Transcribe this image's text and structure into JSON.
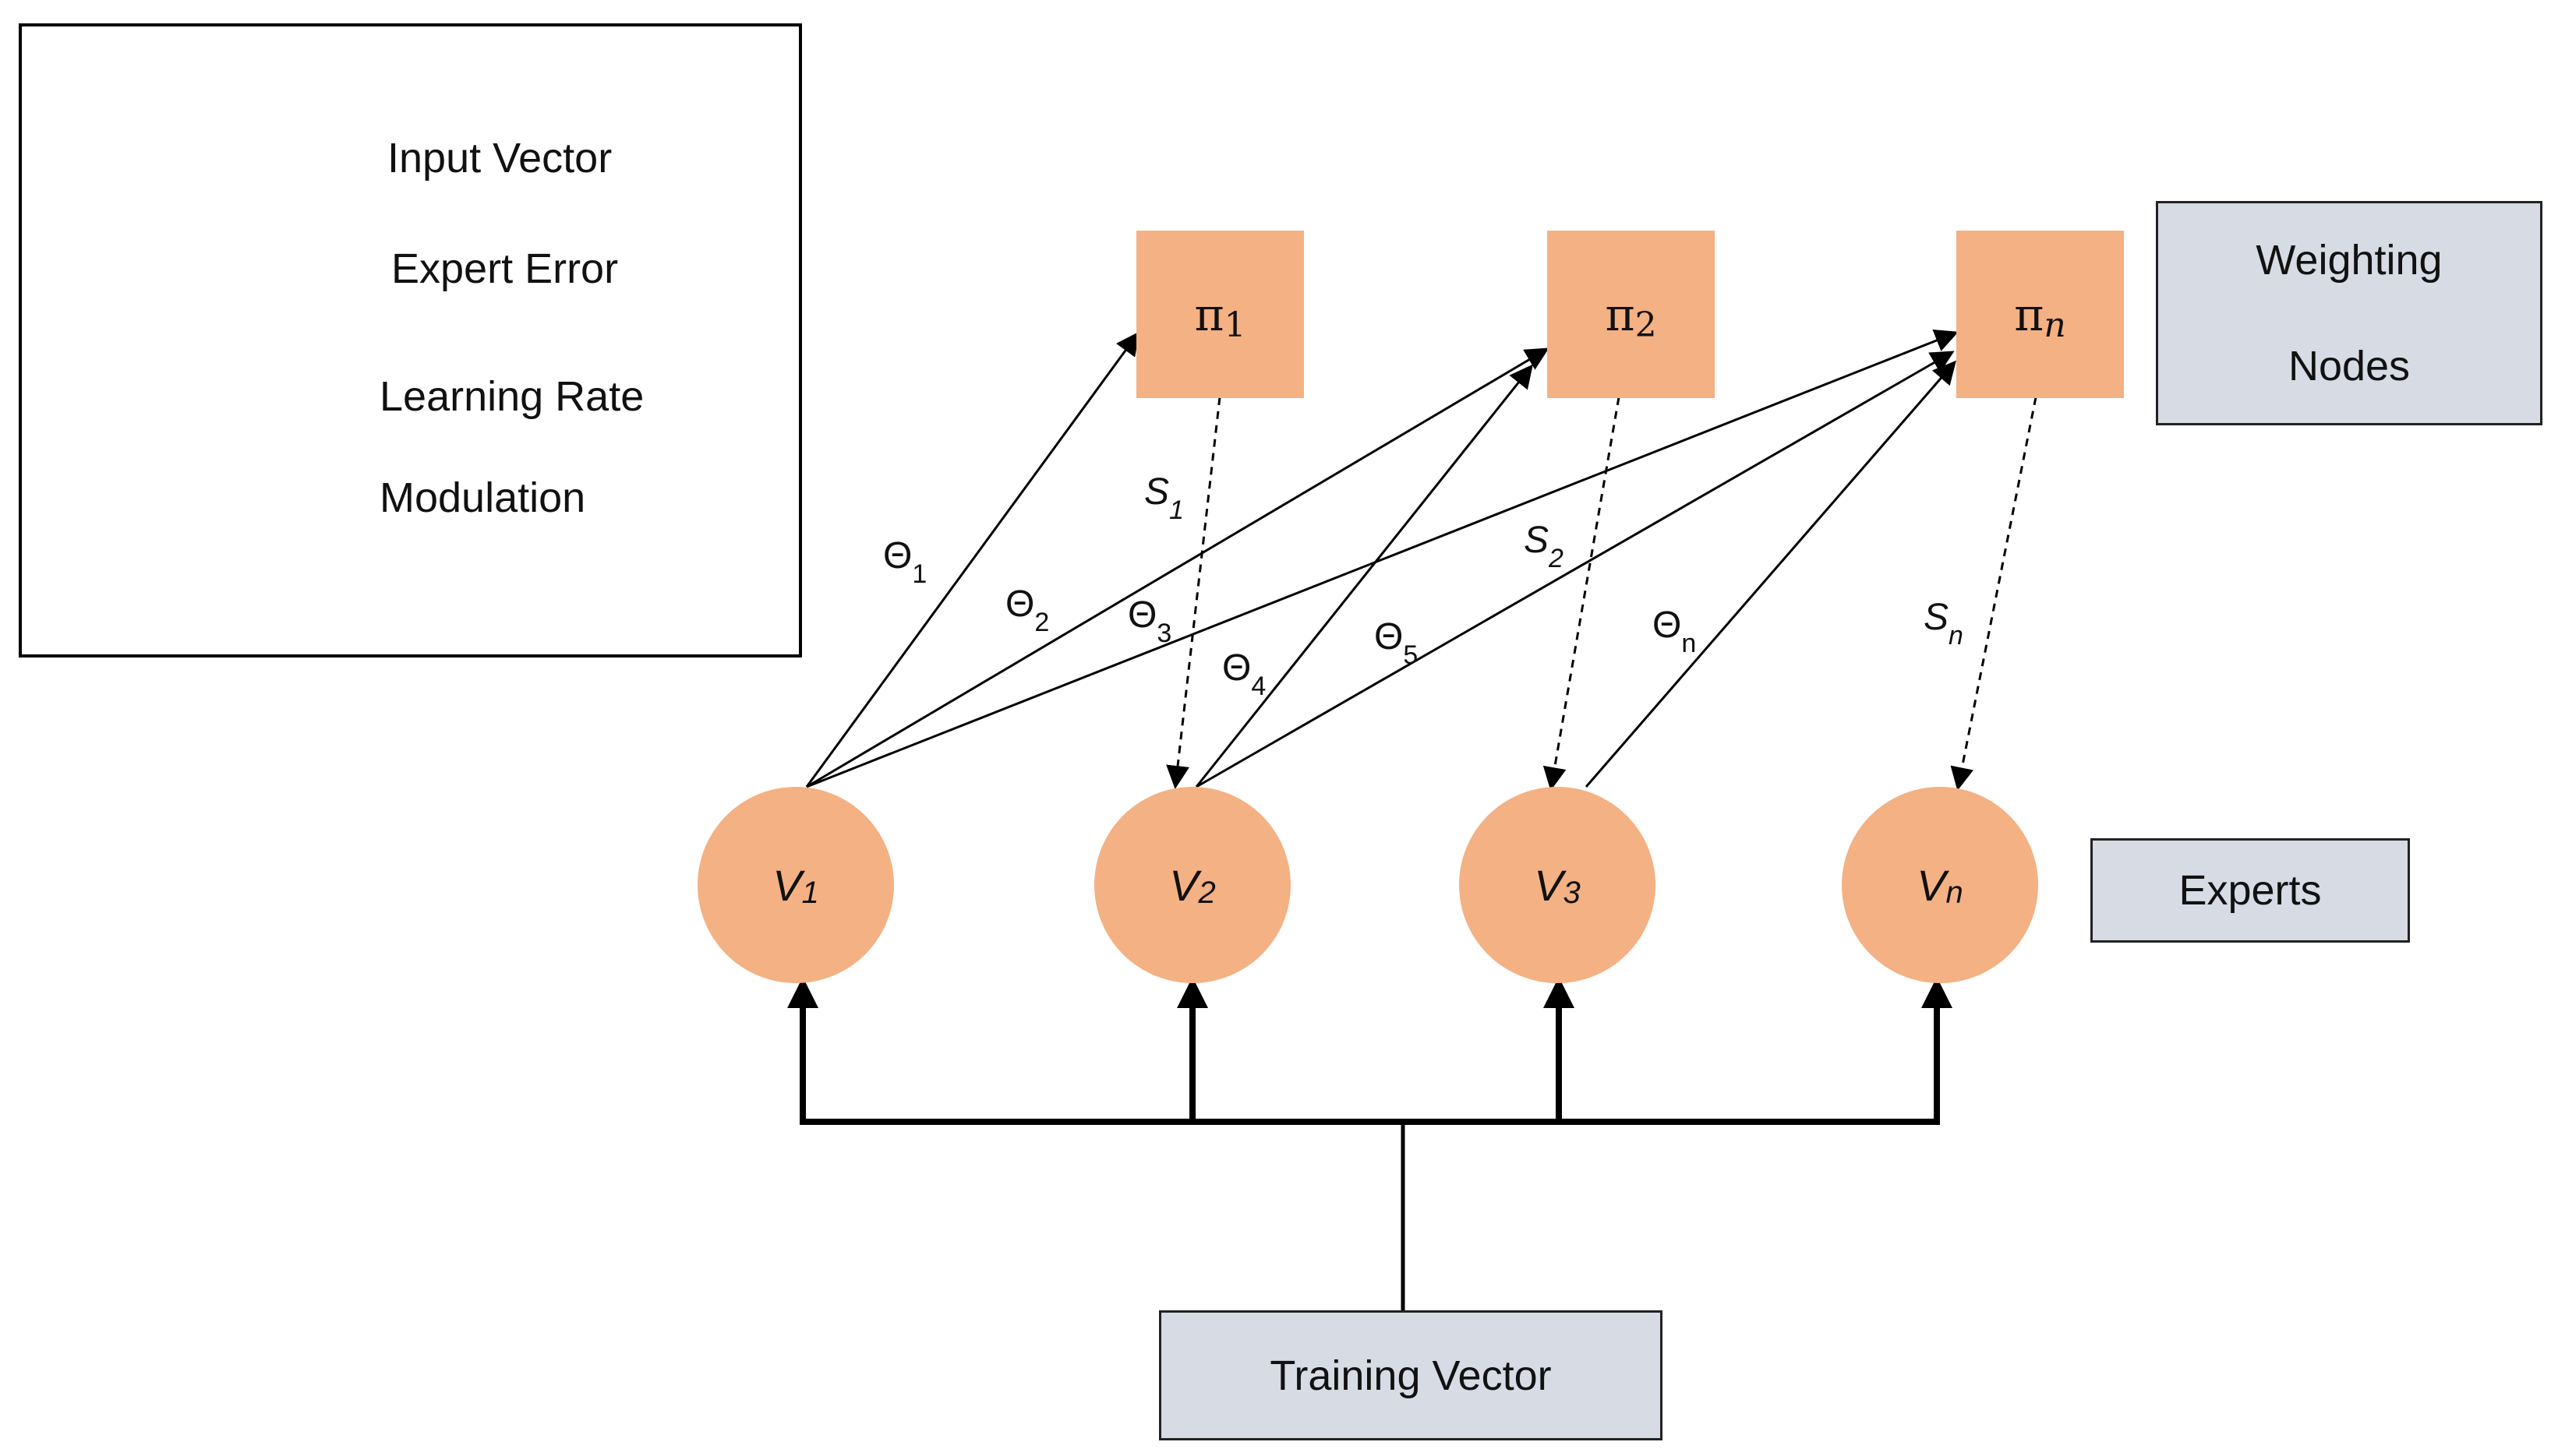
{
  "legend": {
    "items": [
      {
        "style": "thin-solid",
        "label": "Input Vector"
      },
      {
        "style": "thick-solid",
        "label": "Expert Error"
      },
      {
        "style": "dashed",
        "label": "Learning Rate"
      }
    ],
    "continuation": "Modulation"
  },
  "weighting_nodes": [
    {
      "symbol": "π",
      "sub": "1"
    },
    {
      "symbol": "π",
      "sub": "2"
    },
    {
      "symbol": "π",
      "sub": "n"
    }
  ],
  "experts": [
    {
      "symbol": "V",
      "sub": "1"
    },
    {
      "symbol": "V",
      "sub": "2"
    },
    {
      "symbol": "V",
      "sub": "3"
    },
    {
      "symbol": "V",
      "sub": "n"
    }
  ],
  "side_labels": {
    "weighting_line1": "Weighting",
    "weighting_line2": "Nodes",
    "experts": "Experts",
    "training": "Training Vector"
  },
  "theta_labels": [
    {
      "symbol": "Θ",
      "sub": "1"
    },
    {
      "symbol": "Θ",
      "sub": "2"
    },
    {
      "symbol": "Θ",
      "sub": "3"
    },
    {
      "symbol": "Θ",
      "sub": "4"
    },
    {
      "symbol": "Θ",
      "sub": "5"
    },
    {
      "symbol": "Θ",
      "sub": "n"
    }
  ],
  "s_labels": [
    {
      "symbol": "S",
      "sub": "1"
    },
    {
      "symbol": "S",
      "sub": "2"
    },
    {
      "symbol": "S",
      "sub": "n"
    }
  ],
  "colors": {
    "node_fill": "#f4b183",
    "label_box_fill": "#d6dbe4",
    "line": "#000000"
  }
}
